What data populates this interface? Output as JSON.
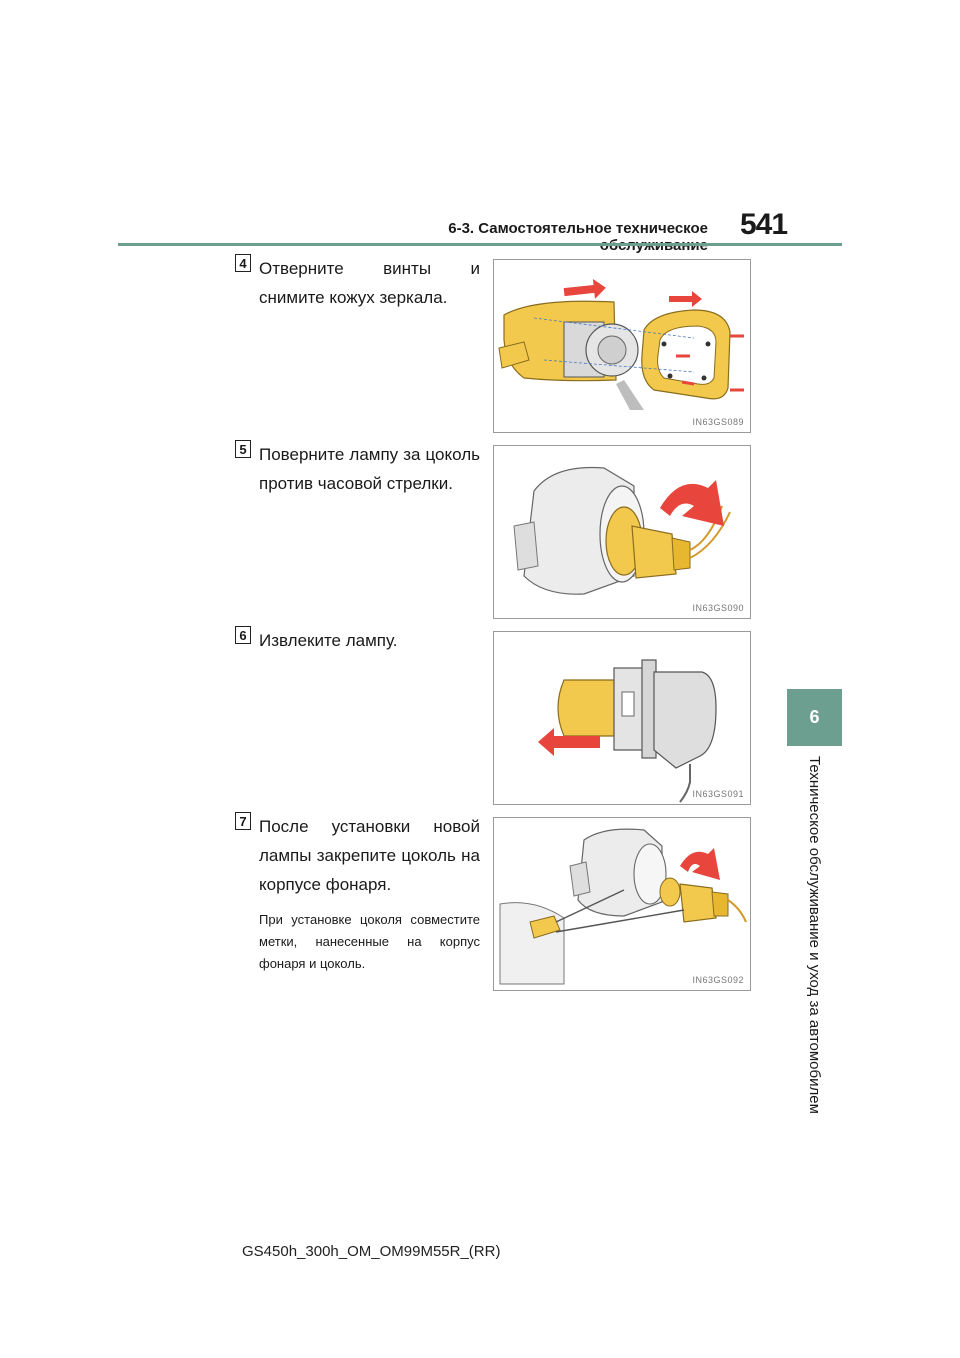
{
  "header": {
    "section": "6-3. Самостоятельное техническое обслуживание",
    "page_number": "541"
  },
  "side_tab": {
    "number": "6",
    "label": "Техническое обслуживание и уход за автомобилем"
  },
  "steps": [
    {
      "number": "4",
      "text": "Отверните винты и снимите кожух зеркала.",
      "figure_code": "IN63GS089"
    },
    {
      "number": "5",
      "text": "Поверните лампу за цоколь против часовой стрелки.",
      "figure_code": "IN63GS090"
    },
    {
      "number": "6",
      "text": "Извлеките лампу.",
      "figure_code": "IN63GS091"
    },
    {
      "number": "7",
      "text": "После установки новой лампы закрепите цоколь на корпусе фонаря.",
      "note": "При установке цоколя совместите метки, нанесенные на корпус фонаря и цоколь.",
      "figure_code": "IN63GS092"
    }
  ],
  "footer": {
    "doc_code": "GS450h_300h_OM_OM99M55R_(RR)"
  },
  "colors": {
    "accent": "#6d9f91",
    "part_highlight": "#f2c94c",
    "arrow": "#e8453c"
  }
}
